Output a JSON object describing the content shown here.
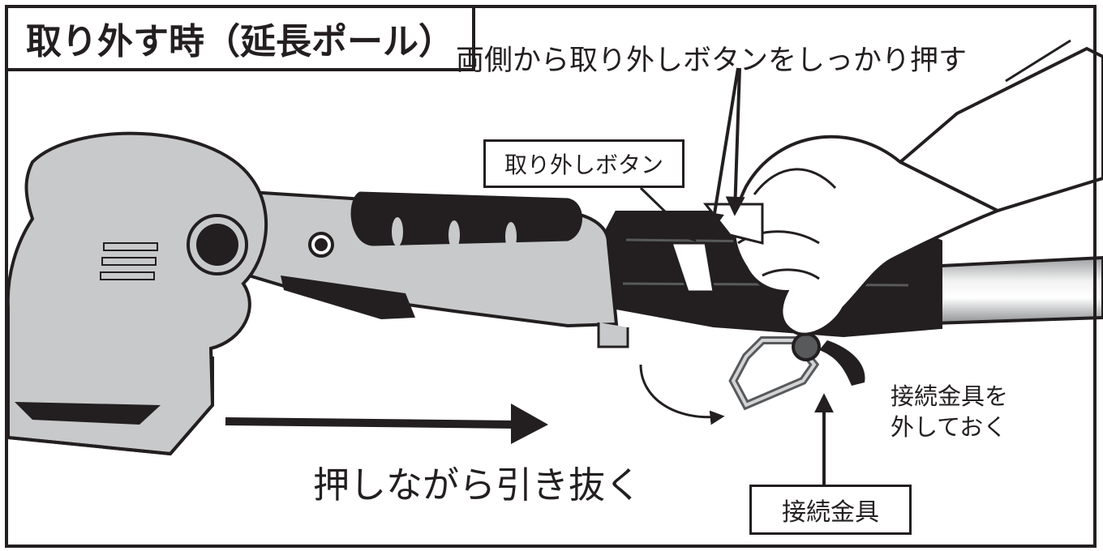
{
  "title": "取り外す時（延長ポール）",
  "heading": "両側から取り外しボタンをしっかり押す",
  "labels": {
    "release_button": "取り外しボタン",
    "fitting": "接続金具"
  },
  "note": {
    "line1": "接続金具を",
    "line2": "外しておく"
  },
  "action_text": "押しながら引き抜く",
  "colors": {
    "outline": "#231f20",
    "body_gray": "#c8c9ca",
    "dark_gray": "#58595b",
    "black": "#231f20",
    "pole_light": "#f2f2f2",
    "pole_shade": "#9d9fa2",
    "glove": "#ffffff"
  },
  "icons": [
    "sander-icon",
    "extension-pole-icon",
    "hand-icon",
    "fitting-icon",
    "arrow-icon"
  ]
}
